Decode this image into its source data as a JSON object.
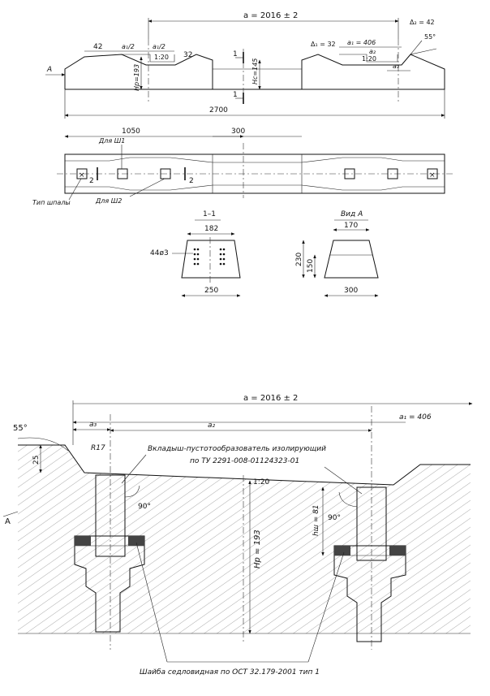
{
  "top_view": {
    "dim_a": "a = 2016 ± 2",
    "dim_42_left": "42",
    "dim_a1_half_left": "a₁/2",
    "dim_a1_half_right": "a₁/2",
    "dim_32_left": "32",
    "slope_left": "1:20",
    "hp_label": "Нр=193",
    "hc_label": "Нс=145",
    "section_mark_top": "1",
    "section_mark_bottom": "1",
    "delta1_label": "Δ₁ = 32",
    "a1_label": "a₁ = 406",
    "a2_label": "a₂",
    "slope_right": "1:20",
    "a3_label": "a₃",
    "delta2_label": "Δ₂ = 42",
    "angle_label": "55°",
    "arrow_a": "A",
    "total_length": "2700"
  },
  "plan_view": {
    "dim_1050": "1050",
    "dim_300": "300",
    "for_sh1": "Для Ш1",
    "for_sh2": "Для Ш2",
    "sleeper_type": "Тип шпалы",
    "mark_2_left": "2",
    "mark_2_right": "2"
  },
  "section_1_1": {
    "title": "1–1",
    "top_width": "182",
    "bottom_width": "250",
    "wires": "44ø3"
  },
  "view_a": {
    "title": "Вид А",
    "top_width": "170",
    "height_total": "230",
    "height_inner": "150",
    "bottom_width": "300"
  },
  "detail": {
    "dim_a": "a = 2016 ± 2",
    "dim_a1": "a₁ = 406",
    "dim_a2": "a₂",
    "dim_a3": "a₃",
    "angle_55": "55°",
    "dim_25": "25",
    "radius": "R17",
    "insert_line1": "Вкладыш-пустотообразователь изолирующий",
    "insert_line2": "по ТУ 2291-008-01124323-01",
    "slope": "1:20",
    "angle_90_left": "90°",
    "angle_90_right": "90°",
    "hsh_label": "hш = 81",
    "hp_label": "Нр = 193",
    "side_a": "A",
    "washer_caption": "Шайба седловидная по ОСТ 32.179-2001 тип 1"
  }
}
